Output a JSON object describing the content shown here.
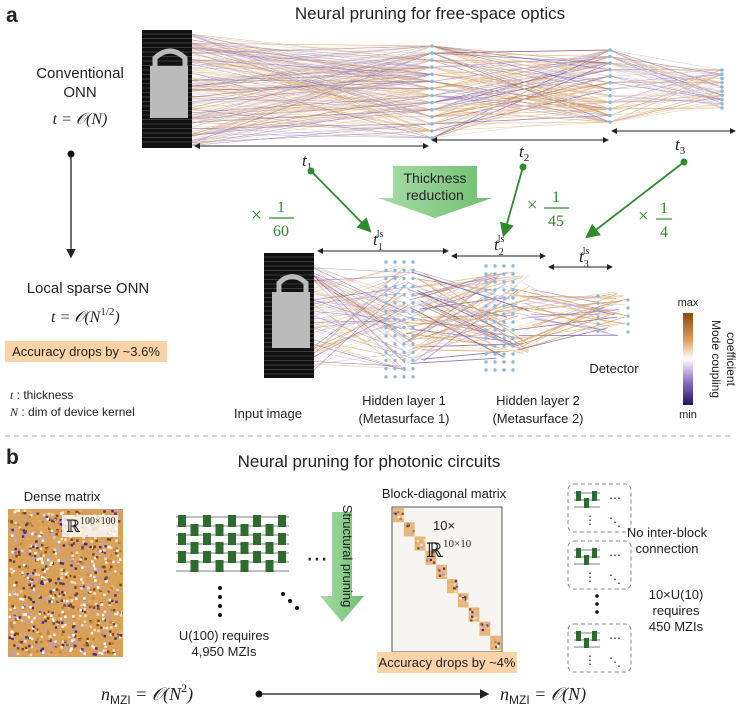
{
  "panel_a": {
    "letter": "a",
    "title": "Neural pruning for free-space optics",
    "conventional": {
      "line1": "Conventional",
      "line2": "ONN",
      "complexity": "t = 𝒪(N)"
    },
    "sparse": {
      "label": "Local sparse ONN",
      "complexity": "t = 𝒪(N",
      "exp": "1/2",
      "close": ")"
    },
    "accuracy": "Accuracy drops by ~3.6%",
    "legend": {
      "t_sym": "t",
      "t_desc": " : thickness",
      "n_sym": "N",
      "n_desc": " : dim of device kernel"
    },
    "thickness": {
      "t1": "t",
      "t1_sub": "1",
      "t2": "t",
      "t2_sub": "2",
      "t3": "t",
      "t3_sub": "3",
      "t1ls": "t",
      "t1ls_sub": "1",
      "t2ls": "t",
      "t2ls_sub": "2",
      "t3ls": "t",
      "t3ls_sub": "3",
      "ls": "ls"
    },
    "factors": {
      "f1_num": "1",
      "f1_den": "60",
      "f2_num": "1",
      "f2_den": "45",
      "f3_num": "1",
      "f3_den": "4",
      "times": "×"
    },
    "reduction": {
      "line1": "Thickness",
      "line2": "reduction"
    },
    "labels": {
      "input": "Input image",
      "hidden1_a": "Hidden layer 1",
      "hidden1_b": "(Metasurface 1)",
      "hidden2_a": "Hidden layer 2",
      "hidden2_b": "(Metasurface 2)",
      "detector": "Detector"
    },
    "colorbar": {
      "max": "max",
      "min": "min",
      "title1": "Mode coupling",
      "title2": "coefficient",
      "top_color": "#8a4a10",
      "mid_color": "#ffffff",
      "bottom_color": "#2a1060"
    }
  },
  "panel_b": {
    "letter": "b",
    "title": "Neural pruning for photonic circuits",
    "dense": {
      "label": "Dense matrix",
      "dim_sym": "ℝ",
      "dim": "100×100"
    },
    "mzi": {
      "text1": "U(100) requires",
      "text2": "4,950 MZIs",
      "dots": "⋯"
    },
    "arrow": "Structural pruning",
    "block": {
      "label": "Block-diagonal matrix",
      "count": "10×",
      "dim_sym": "ℝ",
      "dim": "10×10"
    },
    "accuracy": "Accuracy drops by ~4%",
    "right": {
      "no_inter1": "No inter-block",
      "no_inter2": "connection",
      "req1": "10×U(10)",
      "req2": "requires",
      "req3": "450 MZIs"
    },
    "bottom": {
      "left_n": "n",
      "left_sub": "MZI",
      "left_eq": " = 𝒪(N",
      "left_exp": "2",
      "left_close": ")",
      "right_n": "n",
      "right_sub": "MZI",
      "right_eq": " = 𝒪(N)"
    }
  },
  "colors": {
    "green": "#2e8b2e",
    "mzi_green": "#2f6b2f",
    "orange_box": "#fbd3a8",
    "arrow_green": "#8fd18f"
  }
}
